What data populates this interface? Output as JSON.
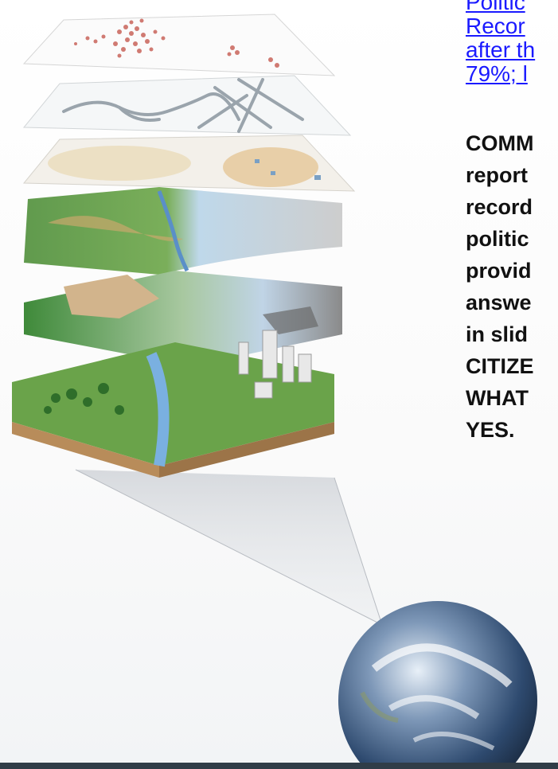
{
  "slide": {
    "link_lines": [
      "Politic",
      "Recor",
      "after th",
      "79%; l"
    ],
    "comment_lines": [
      "COMM",
      "report",
      "record",
      "politic",
      "provid",
      "answe",
      "in slid",
      "CITIZE",
      "WHAT",
      "YES."
    ]
  },
  "illustration": {
    "layers": [
      "point-data-layer",
      "street-network-layer",
      "parcel-layer",
      "terrain-layer",
      "land-cover-grid-layer",
      "city-landscape-block"
    ],
    "globe": "earth-globe"
  },
  "colors": {
    "link": "#1a1aff",
    "text": "#111111",
    "bottom_bar": "#303d48"
  }
}
